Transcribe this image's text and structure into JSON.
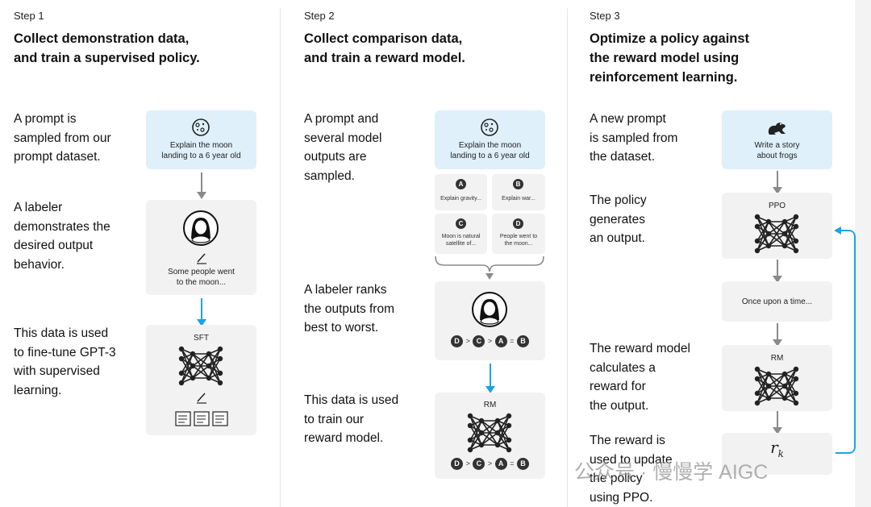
{
  "steps": [
    {
      "step_label": "Step 1",
      "title_line1": "Collect demonstration data,",
      "title_line2": "and train a supervised policy.",
      "desc1": [
        "A prompt is",
        "sampled from our",
        "prompt dataset."
      ],
      "desc2": [
        "A labeler",
        "demonstrates the",
        "desired output",
        "behavior."
      ],
      "desc3": [
        "This data is used",
        "to fine-tune GPT-3",
        "with supervised",
        "learning."
      ],
      "prompt": [
        "Explain the moon",
        "landing to a 6 year old"
      ],
      "demo": [
        "Some people went",
        "to the moon..."
      ],
      "model_label": "SFT"
    },
    {
      "step_label": "Step 2",
      "title_line1": "Collect comparison data,",
      "title_line2": "and train a reward model.",
      "desc1": [
        "A prompt and",
        "several model",
        "outputs are",
        "sampled."
      ],
      "desc2": [
        "A labeler ranks",
        "the outputs from",
        "best to worst."
      ],
      "desc3": [
        "This data is used",
        "to train our",
        "reward model."
      ],
      "prompt": [
        "Explain the moon",
        "landing to a 6 year old"
      ],
      "outputs": [
        {
          "letter": "A",
          "text": [
            "Explain gravity..."
          ]
        },
        {
          "letter": "B",
          "text": [
            "Explain war..."
          ]
        },
        {
          "letter": "C",
          "text": [
            "Moon is natural",
            "satellite of..."
          ]
        },
        {
          "letter": "D",
          "text": [
            "People went to",
            "the moon..."
          ]
        }
      ],
      "ranking": [
        "D",
        ">",
        "C",
        ">",
        "A",
        "=",
        "B"
      ],
      "model_label": "RM"
    },
    {
      "step_label": "Step 3",
      "title_lines": [
        "Optimize a policy against",
        "the reward model using",
        "reinforcement learning."
      ],
      "desc1": [
        "A new prompt",
        "is sampled from",
        "the dataset."
      ],
      "desc2": [
        "The policy",
        "generates",
        "an output."
      ],
      "desc3": [
        "The reward model",
        "calculates a",
        "reward for",
        "the output."
      ],
      "desc4": [
        "The reward is",
        "used to update",
        "the policy",
        "using PPO."
      ],
      "prompt": [
        "Write a story",
        "about frogs"
      ],
      "policy_label": "PPO",
      "output": "Once upon a time...",
      "model_label": "RM",
      "reward_symbol": "r",
      "reward_sub": "k"
    }
  ],
  "watermark": "公众号 · 慢慢学 AIGC",
  "colors": {
    "arrow_gray": "#8a8a8a",
    "arrow_blue": "#1aa3e8",
    "prompt_bg": "#dff0fb",
    "box_bg": "#f2f2f2"
  }
}
